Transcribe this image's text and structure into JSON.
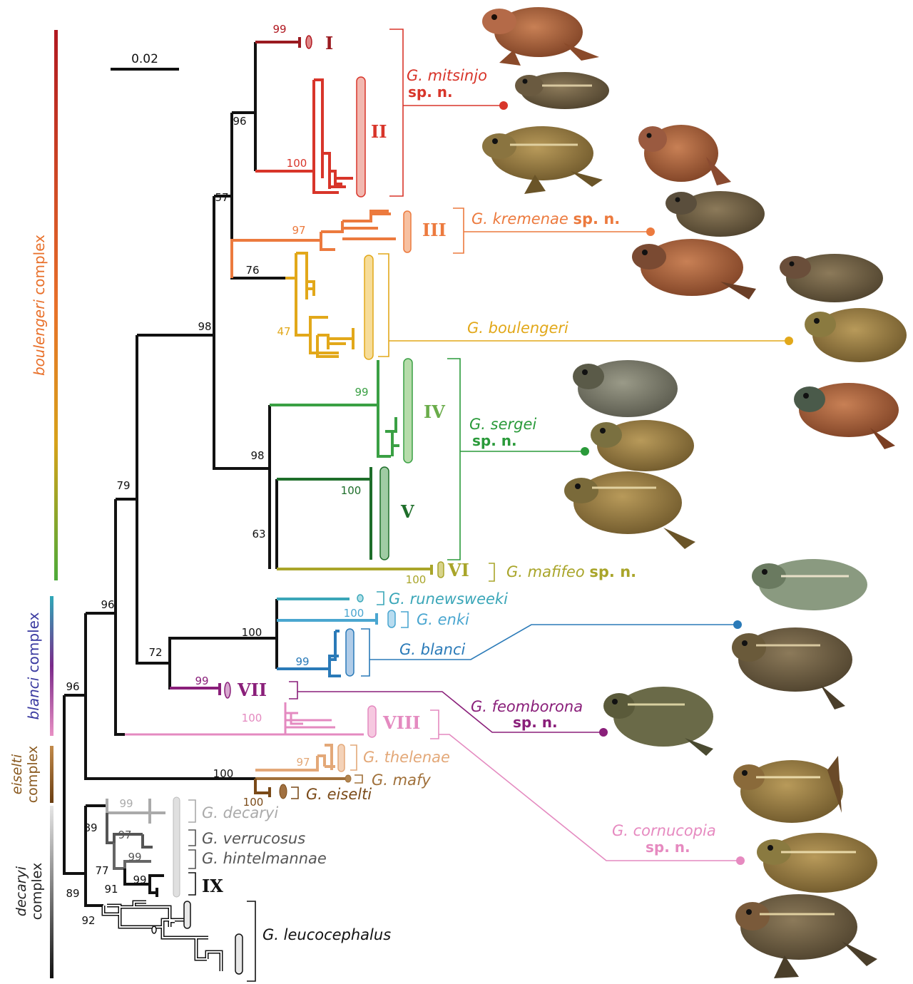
{
  "scale_bar": {
    "label": "0.02"
  },
  "complexes": [
    {
      "label_italic": "boulengeri",
      "label_rest": " complex",
      "color_top": "#b01820",
      "color_mid": "#e8702a",
      "color_bottom": "#4caa3a"
    },
    {
      "label_italic": "blanci",
      "label_rest": " complex",
      "color_top": "#2f9fb0",
      "color_mid": "#7a2a8a",
      "color_bottom": "#e48ac0"
    },
    {
      "label_italic": "eiselti",
      "label_rest": "complex",
      "color_top": "#b57a3a",
      "color_bottom": "#7a4a18"
    },
    {
      "label_italic": "decaryi",
      "label_rest": "complex",
      "color_top": "#e0e0e0",
      "color_bottom": "#222222"
    }
  ],
  "support_values": [
    "99",
    "96",
    "100",
    "57",
    "97",
    "76",
    "47",
    "98",
    "99",
    "98",
    "100",
    "63",
    "100",
    "79",
    "96",
    "100",
    "100",
    "99",
    "72",
    "99",
    "100",
    "97",
    "100",
    "100",
    "96",
    "99",
    "97",
    "89",
    "99",
    "77",
    "99",
    "91",
    "89",
    "92"
  ],
  "clades": [
    "I",
    "II",
    "III",
    "IV",
    "V",
    "VI",
    "VII",
    "VIII",
    "IX"
  ],
  "species": {
    "mitsinjo": {
      "name": "G. mitsinjo",
      "sp": "sp. n.",
      "color": "#d8352a"
    },
    "kremenae": {
      "name": "G. kremenae",
      "sp": "sp. n.",
      "color": "#ec7a3e"
    },
    "boulengeri": {
      "name": "G.  boulengeri",
      "color": "#e2a81a"
    },
    "sergei": {
      "name": "G. sergei",
      "sp": "sp. n.",
      "color": "#2a9a3a"
    },
    "mafifeo": {
      "name": "G. mafifeo",
      "sp": "sp. n.",
      "color": "#a9a52a"
    },
    "runewsweeki": {
      "name": "G. runewsweeki",
      "color": "#3aa6b8"
    },
    "enki": {
      "name": "G. enki",
      "color": "#4aa6d0"
    },
    "blanci": {
      "name": "G. blanci",
      "color": "#2a7ab8"
    },
    "feomborona": {
      "name": "G. feomborona",
      "sp": "sp. n.",
      "color": "#8a1f7a"
    },
    "cornucopia": {
      "name": "G. cornucopia",
      "sp": "sp. n.",
      "color": "#e68ac0"
    },
    "thelenae": {
      "name": "G. thelenae",
      "color": "#e3a878"
    },
    "mafy": {
      "name": "G. mafy",
      "color": "#a0703a"
    },
    "eiselti": {
      "name": "G. eiselti",
      "color": "#7a4a18"
    },
    "decaryi": {
      "name": "G. decaryi",
      "color": "#aaaaaa"
    },
    "verrucosus": {
      "name": "G. verrucosus",
      "color": "#555555"
    },
    "hintelmannae": {
      "name": "G. hintelmannae",
      "color": "#555555"
    },
    "leucocephalus": {
      "name": "G. leucocephalus",
      "color": "#111111"
    }
  }
}
